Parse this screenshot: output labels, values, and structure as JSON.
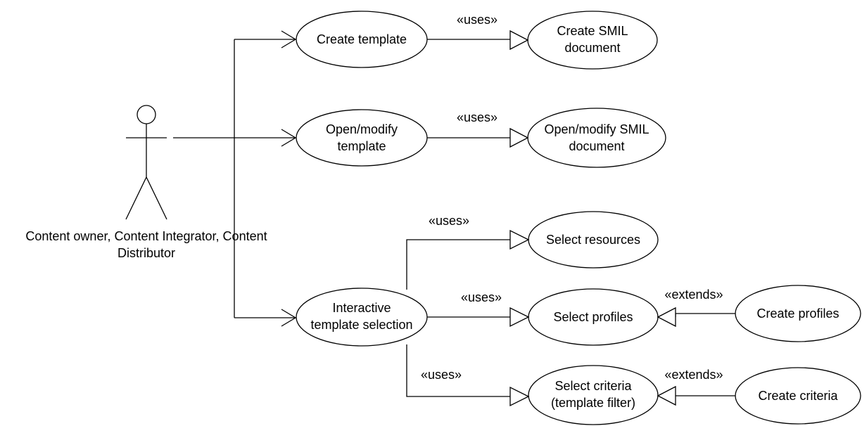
{
  "actor": {
    "label_line1": "Content owner, Content Integrator, Content",
    "label_line2": "Distributor"
  },
  "use_cases": {
    "create_template": "Create template",
    "create_smil": [
      "Create SMIL",
      "document"
    ],
    "open_modify_template": [
      "Open/modify",
      "template"
    ],
    "open_modify_smil": [
      "Open/modify SMIL",
      "document"
    ],
    "select_resources": "Select resources",
    "interactive_selection": [
      "Interactive",
      "template selection"
    ],
    "select_profiles": "Select profiles",
    "create_profiles": "Create profiles",
    "select_criteria": [
      "Select criteria",
      "(template filter)"
    ],
    "create_criteria": "Create criteria"
  },
  "stereotypes": {
    "uses": "«uses»",
    "extends": "«extends»"
  }
}
